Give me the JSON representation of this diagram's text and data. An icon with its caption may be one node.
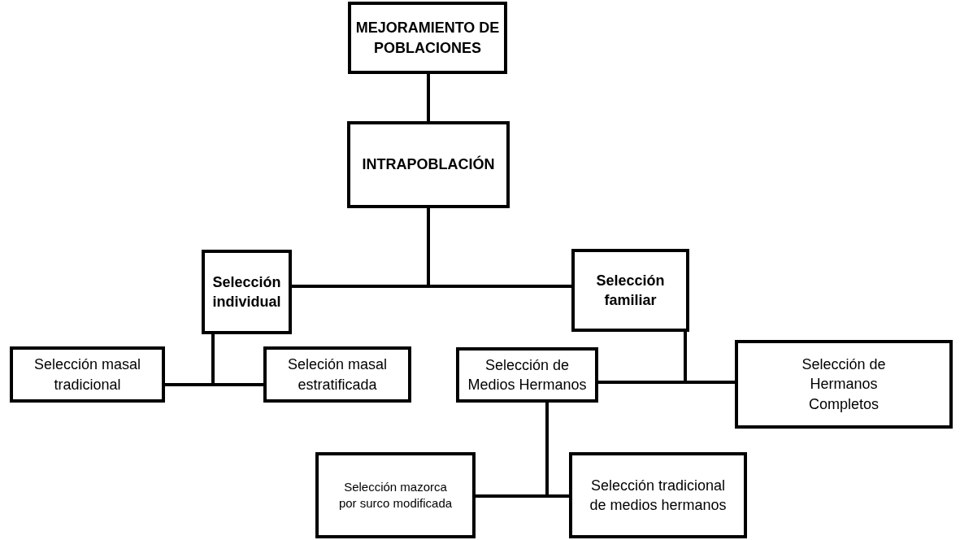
{
  "diagram": {
    "nodes": [
      {
        "text": [
          "MEJORAMIENTO DE POBLACIONES"
        ]
      },
      {
        "text": [
          "INTRAPOBLACIÓN"
        ]
      },
      {
        "text": [
          "Selección individual"
        ]
      },
      {
        "text": [
          "Selección familiar"
        ]
      },
      {
        "text": [
          "Selección masal tradicional"
        ]
      },
      {
        "text": [
          "Seleción masal estratificada"
        ]
      },
      {
        "text": [
          "Selección de Medios Hermanos"
        ]
      },
      {
        "text": [
          "Selección de Hermanos Completos"
        ]
      },
      {
        "text": [
          "Selección mazorca por surco modificada"
        ]
      },
      {
        "text": [
          "Selección tradicional de medios hermanos"
        ]
      }
    ],
    "edges": [
      {
        "from": 0,
        "to": 1,
        "arrow": "none"
      },
      {
        "from": 1,
        "to": 2,
        "arrow": "none"
      },
      {
        "from": 1,
        "to": 3,
        "arrow": "none"
      },
      {
        "from": 2,
        "to": 4,
        "arrow": "none"
      },
      {
        "from": 2,
        "to": 5,
        "arrow": "none"
      },
      {
        "from": 3,
        "to": 6,
        "arrow": "none"
      },
      {
        "from": 3,
        "to": 7,
        "arrow": "none"
      },
      {
        "from": 6,
        "to": 8,
        "arrow": "none"
      },
      {
        "from": 6,
        "to": 9,
        "arrow": "none"
      }
    ]
  }
}
